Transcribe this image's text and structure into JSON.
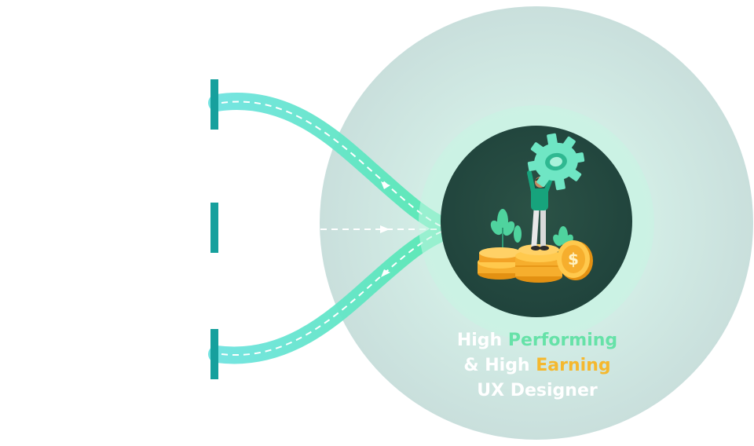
{
  "caption": {
    "line1_prefix": "High ",
    "line1_highlight": "Performing",
    "line2_prefix": "& High ",
    "line2_highlight": "Earning",
    "line3": "UX Designer"
  },
  "colors": {
    "background": "#ffffff",
    "outer_circle": "#cde3df",
    "inner_glow": "#c7f3e2",
    "inner_circle": "#24483f",
    "path_green": "#5ee8b8",
    "path_cyan": "#6fe3e0",
    "bar_teal": "#16a09d",
    "arrow_white": "#ffffff",
    "highlight_green": "#66e2a8",
    "highlight_gold": "#f5b82e",
    "coin_gold": "#f6ae2d",
    "coin_light": "#ffd166",
    "gear": "#6fe6c4",
    "plant": "#4fd39e",
    "shirt": "#17a37c"
  },
  "icons": {
    "center": "person-lifting-gear-on-coins-illustration",
    "sources": [
      "start-bar-icon",
      "start-bar-icon",
      "start-bar-icon"
    ]
  }
}
